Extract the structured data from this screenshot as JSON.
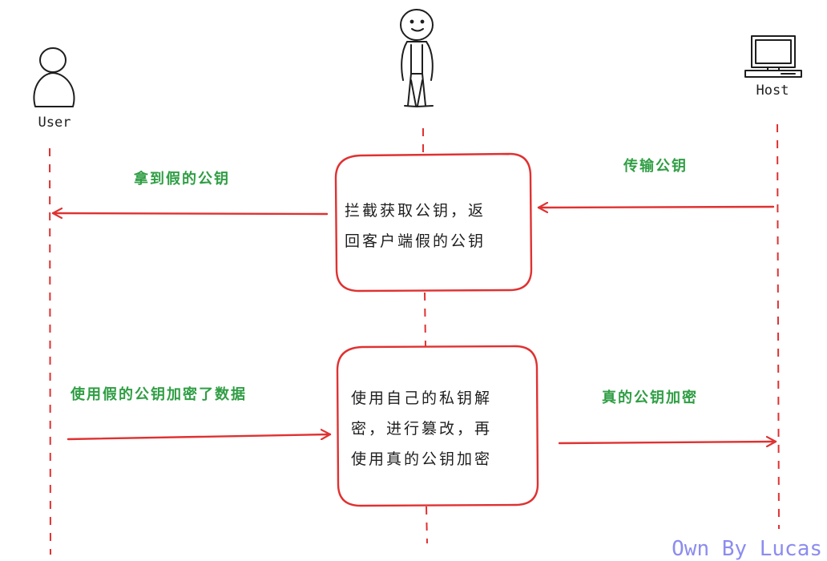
{
  "actors": {
    "user": "User",
    "host": "Host"
  },
  "messages": {
    "host_to_attacker": "传输公钥",
    "attacker_to_user": "拿到假的公钥",
    "user_to_attacker": "使用假的公钥加密了数据",
    "attacker_to_host": "真的公钥加密"
  },
  "boxes": {
    "intercept": [
      "拦截获取公钥，返",
      "回客户端假的公钥"
    ],
    "tamper": [
      "使用自己的私钥解",
      "密，进行篡改，再",
      "使用真的公钥加密"
    ]
  },
  "watermark": "Own By Lucas",
  "colors": {
    "arrow": "#e03131",
    "label": "#2f9e44",
    "ink": "#1e1e1e",
    "watermark": "#8c8cf0"
  }
}
